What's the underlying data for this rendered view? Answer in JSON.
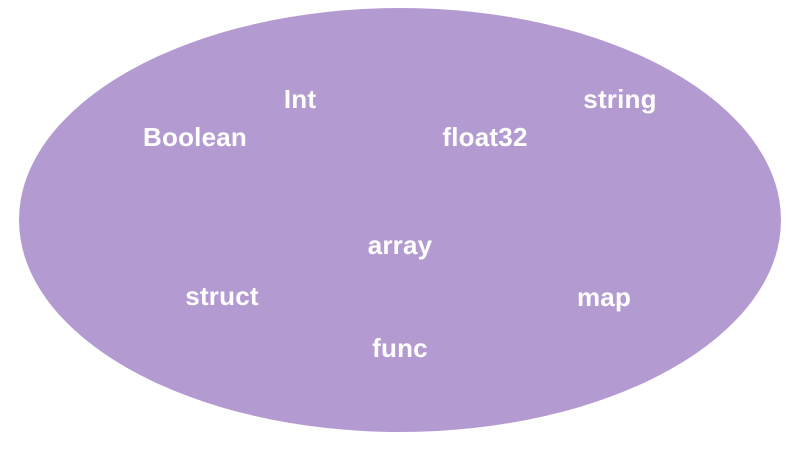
{
  "diagram": {
    "shape": "ellipse",
    "labels": [
      {
        "id": "int",
        "text": "Int"
      },
      {
        "id": "string",
        "text": "string"
      },
      {
        "id": "boolean",
        "text": "Boolean"
      },
      {
        "id": "float32",
        "text": "float32"
      },
      {
        "id": "array",
        "text": "array"
      },
      {
        "id": "struct",
        "text": "struct"
      },
      {
        "id": "map",
        "text": "map"
      },
      {
        "id": "func",
        "text": "func"
      }
    ]
  },
  "colors": {
    "background": "#ffffff",
    "ellipse_fill": "#b39bd2",
    "label_text": "#ffffff"
  }
}
